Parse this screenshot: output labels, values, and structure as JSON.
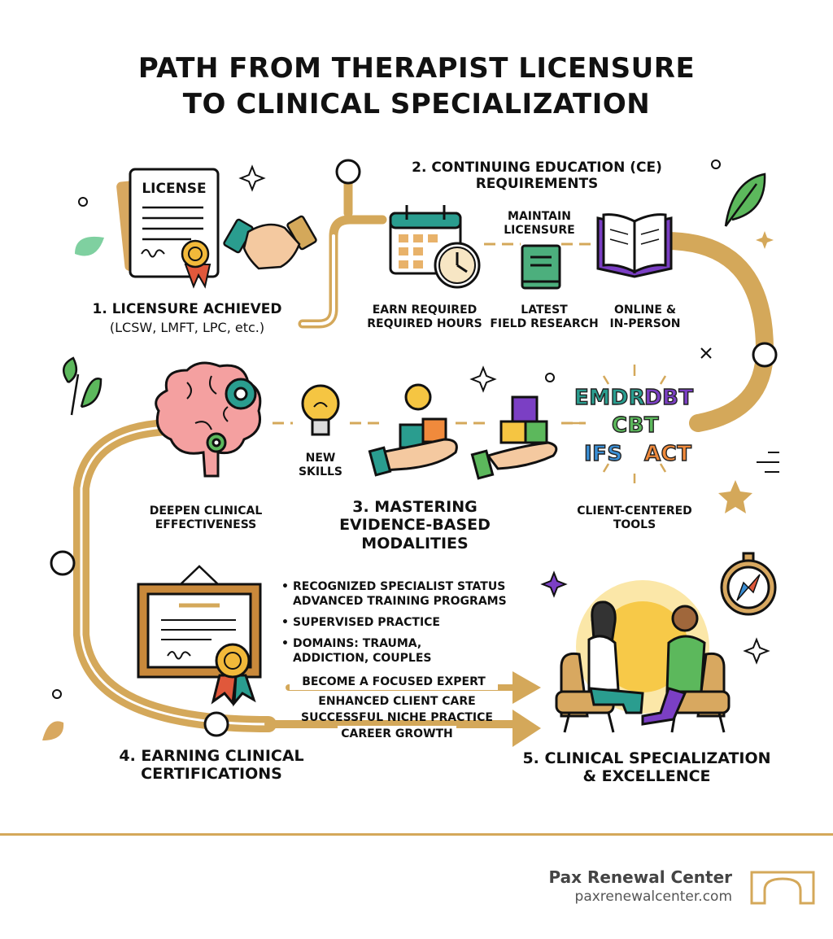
{
  "title_line1": "PATH FROM THERAPIST LICENSURE",
  "title_line2": "TO CLINICAL SPECIALIZATION",
  "step1": {
    "icon_text": "LICENSE",
    "heading": "1. LICENSURE ACHIEVED",
    "subtitle": "(LCSW, LMFT, LPC, etc.)"
  },
  "step2": {
    "heading_line1": "2. CONTINUING EDUCATION (CE)",
    "heading_line2": "REQUIREMENTS",
    "maintain_line1": "MAINTAIN",
    "maintain_line2": "LICENSURE",
    "item1_line1": "EARN REQUIRED",
    "item1_line2": "REQUIRED HOURS",
    "item2_line1": "LATEST",
    "item2_line2": "FIELD RESEARCH",
    "item3_line1": "ONLINE &",
    "item3_line2": "IN-PERSON"
  },
  "step3": {
    "heading_line1": "3. MASTERING",
    "heading_line2": "EVIDENCE-BASED",
    "heading_line3": "MODALITIES",
    "left_line1": "DEEPEN CLINICAL",
    "left_line2": "EFFECTIVENESS",
    "skills_line1": "NEW",
    "skills_line2": "SKILLS",
    "right_line1": "CLIENT-CENTERED",
    "right_line2": "TOOLS",
    "modalities": [
      "EMDR",
      "DBT",
      "CBT",
      "IFS",
      "ACT"
    ]
  },
  "step4": {
    "heading_line1": "4. EARNING CLINICAL",
    "heading_line2": "CERTIFICATIONS",
    "bullets": [
      "RECOGNIZED SPECIALIST STATUS",
      "ADVANCED TRAINING PROGRAMS",
      "SUPERVISED PRACTICE",
      "DOMAINS: TRAUMA,",
      "ADDICTION, COUPLES"
    ],
    "arrow1_text": "BECOME A FOCUSED EXPERT",
    "arrow2_lines": [
      "ENHANCED CLIENT CARE",
      "SUCCESSFUL NICHE PRACTICE",
      "CAREER GROWTH"
    ]
  },
  "step5": {
    "heading_line1": "5. CLINICAL SPECIALIZATION",
    "heading_line2": "& EXCELLENCE"
  },
  "footer": {
    "brand": "Pax Renewal Center",
    "url": "paxrenewalcenter.com"
  },
  "colors": {
    "path": "#d4a85a",
    "emdr": "#2a9d8f",
    "dbt": "#7b3fc4",
    "cbt": "#5cb85c",
    "ifs": "#3a8fd6",
    "act": "#f08a3c"
  }
}
